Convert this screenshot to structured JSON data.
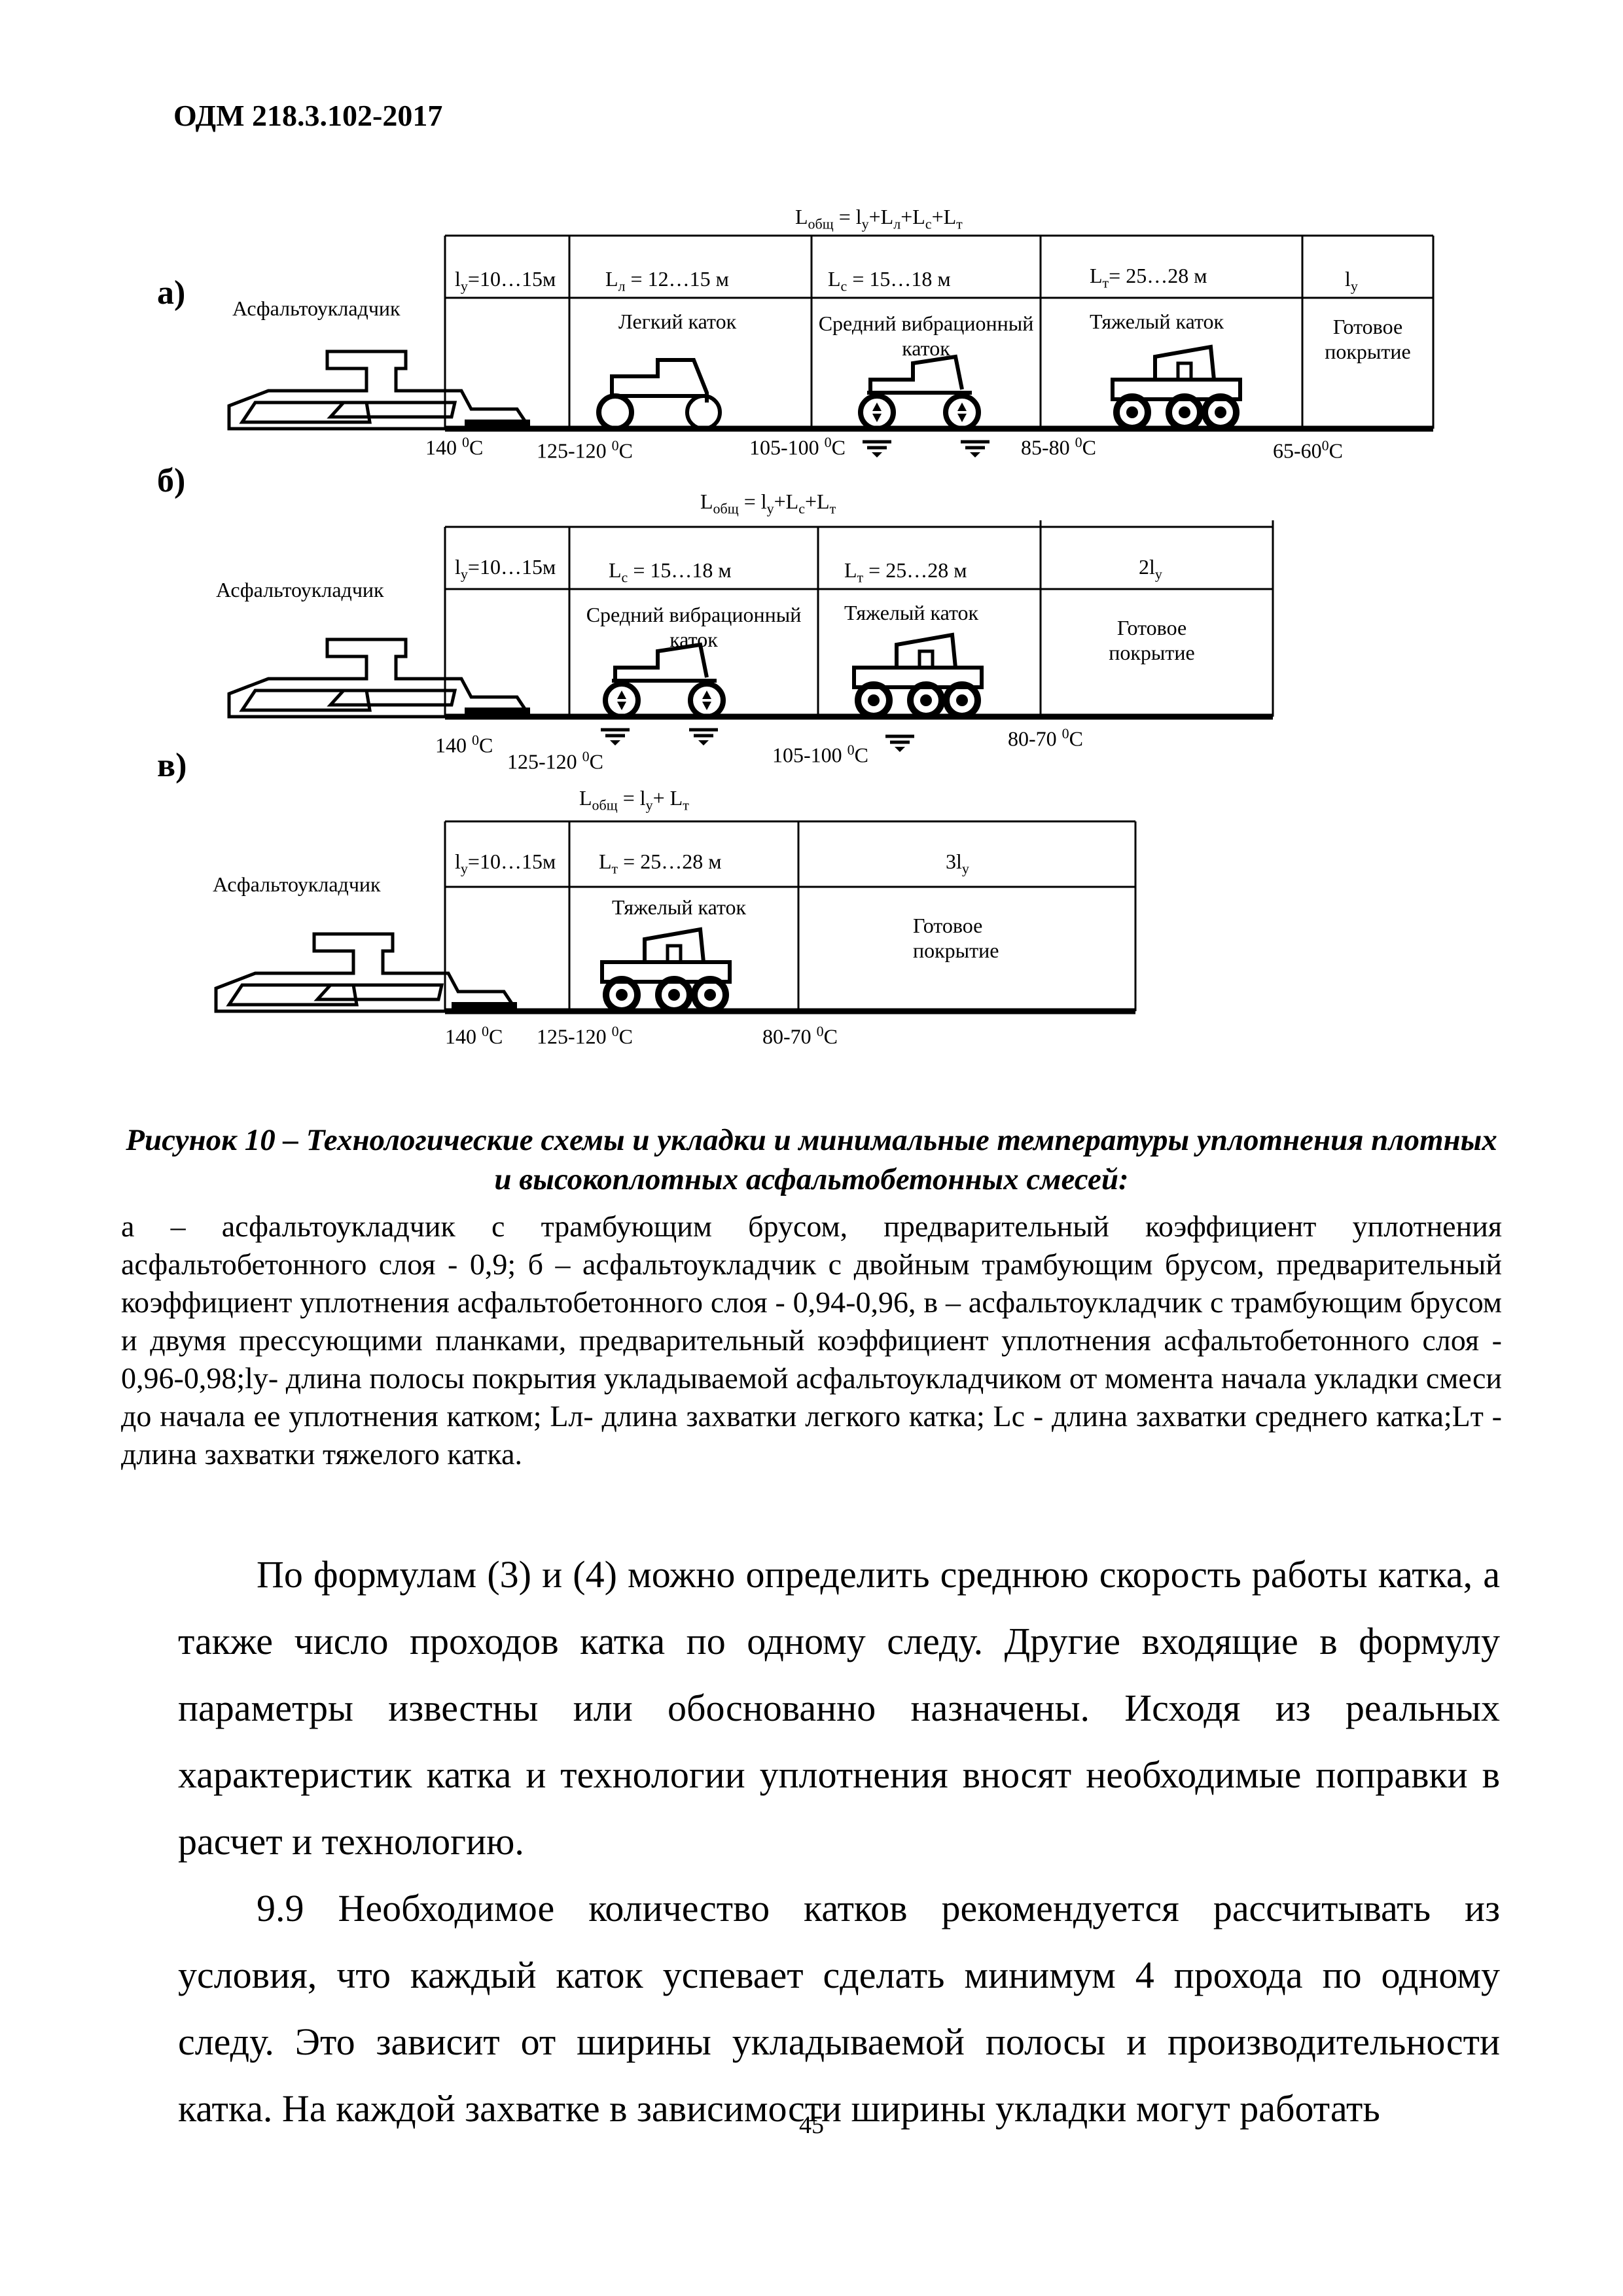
{
  "header": {
    "doc_code": "ОДМ 218.3.102-2017"
  },
  "figure": {
    "schemes": [
      {
        "letter": "а)",
        "paver_label": "Асфальтоукладчик",
        "total_formula": {
          "main": "L",
          "sub": "общ",
          "rest": " = l",
          "parts": [
            "у",
            "+L",
            "л",
            "+L",
            "с",
            "+L",
            "т"
          ]
        },
        "zones": [
          {
            "length": "ly=10…15м",
            "name": ""
          },
          {
            "length": "Lл = 12…15 м",
            "name": "Легкий каток"
          },
          {
            "length": "Lс = 15…18 м",
            "name": "Средний вибрационный каток"
          },
          {
            "length": "Lт = 25…28 м",
            "name": "Тяжелый каток"
          },
          {
            "length": "ly",
            "name": "Готовое покрытие"
          }
        ],
        "temperatures": [
          "140 0C",
          "125-120 0C",
          "105-100 0C",
          "85-80 0C",
          "65-600C"
        ]
      },
      {
        "letter": "б)",
        "paver_label": "Асфальтоукладчик",
        "zones": [
          {
            "length": "ly=10…15м",
            "name": ""
          },
          {
            "length": "Lс = 15…18 м",
            "name": "Средний вибрационный каток"
          },
          {
            "length": "Lт = 25…28 м",
            "name": "Тяжелый каток"
          },
          {
            "length": "2ly",
            "name": "Готовое покрытие"
          }
        ],
        "temperatures": [
          "140 0C",
          "125-120 0C",
          "105-100 0C",
          "80-70 0C"
        ]
      },
      {
        "letter": "в)",
        "paver_label": "Асфальтоукладчик",
        "zones": [
          {
            "length": "ly=10…15м",
            "name": ""
          },
          {
            "length": "Lт = 25…28 м",
            "name": "Тяжелый каток"
          },
          {
            "length": "3ly",
            "name": "Готовое покрытие"
          }
        ],
        "temperatures": [
          "140 0C",
          "125-120 0C",
          "80-70 0C"
        ]
      }
    ],
    "caption": "Рисунок 10 – Технологические схемы и укладки и минимальные температуры уплотнения плотных и высокоплотных асфальтобетонных смесей:",
    "legend": "а – асфальтоукладчик с трамбующим брусом, предварительный коэффициент уплотнения асфальтобетонного слоя - 0,9;      б – асфальтоукладчик с двойным трамбующим брусом, предварительный коэффициент уплотнения асфальтобетонного слоя - 0,94-0,96, в – асфальтоукладчик с трамбующим брусом и двумя прессующими планками, предварительный коэффициент уплотнения асфальтобетонного слоя - 0,96-0,98;lу- длина полосы покрытия укладываемой асфальтоукладчиком от момента начала укладки смеси до начала ее уплотнения катком; Lл- длина захватки легкого катка; Lс - длина захватки среднего катка;Lт - длина захватки тяжелого катка."
  },
  "body": {
    "para1": "По формулам (3) и (4) можно определить среднюю скорость работы катка, а также число проходов катка по одному следу. Другие входящие в формулу параметры известны или обоснованно назначены. Исходя из реальных характеристик катка и технологии уплотнения вносят необходимые поправки в расчет и технологию.",
    "para2": "9.9 Необходимое количество катков рекомендуется рассчитывать  из условия, что каждый каток успевает сделать минимум 4 прохода по одному следу. Это зависит от ширины укладываемой полосы и производительности катка. На каждой захватке в зависимости ширины укладки могут работать"
  },
  "page_number": "45"
}
